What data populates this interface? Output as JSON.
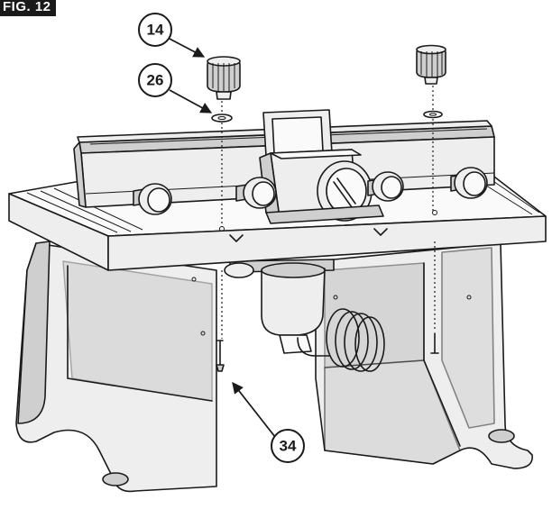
{
  "figure_label": "FIG. 12",
  "callouts": [
    {
      "number": "14",
      "part": "knob"
    },
    {
      "number": "26",
      "part": "washer"
    },
    {
      "number": "34",
      "part": "carriage bolt"
    }
  ],
  "colors": {
    "ink": "#1a1a1a",
    "light_fill": "#eeeeee",
    "mid_fill": "#cfcfcf",
    "shadow_fill": "#b8b8b8"
  }
}
